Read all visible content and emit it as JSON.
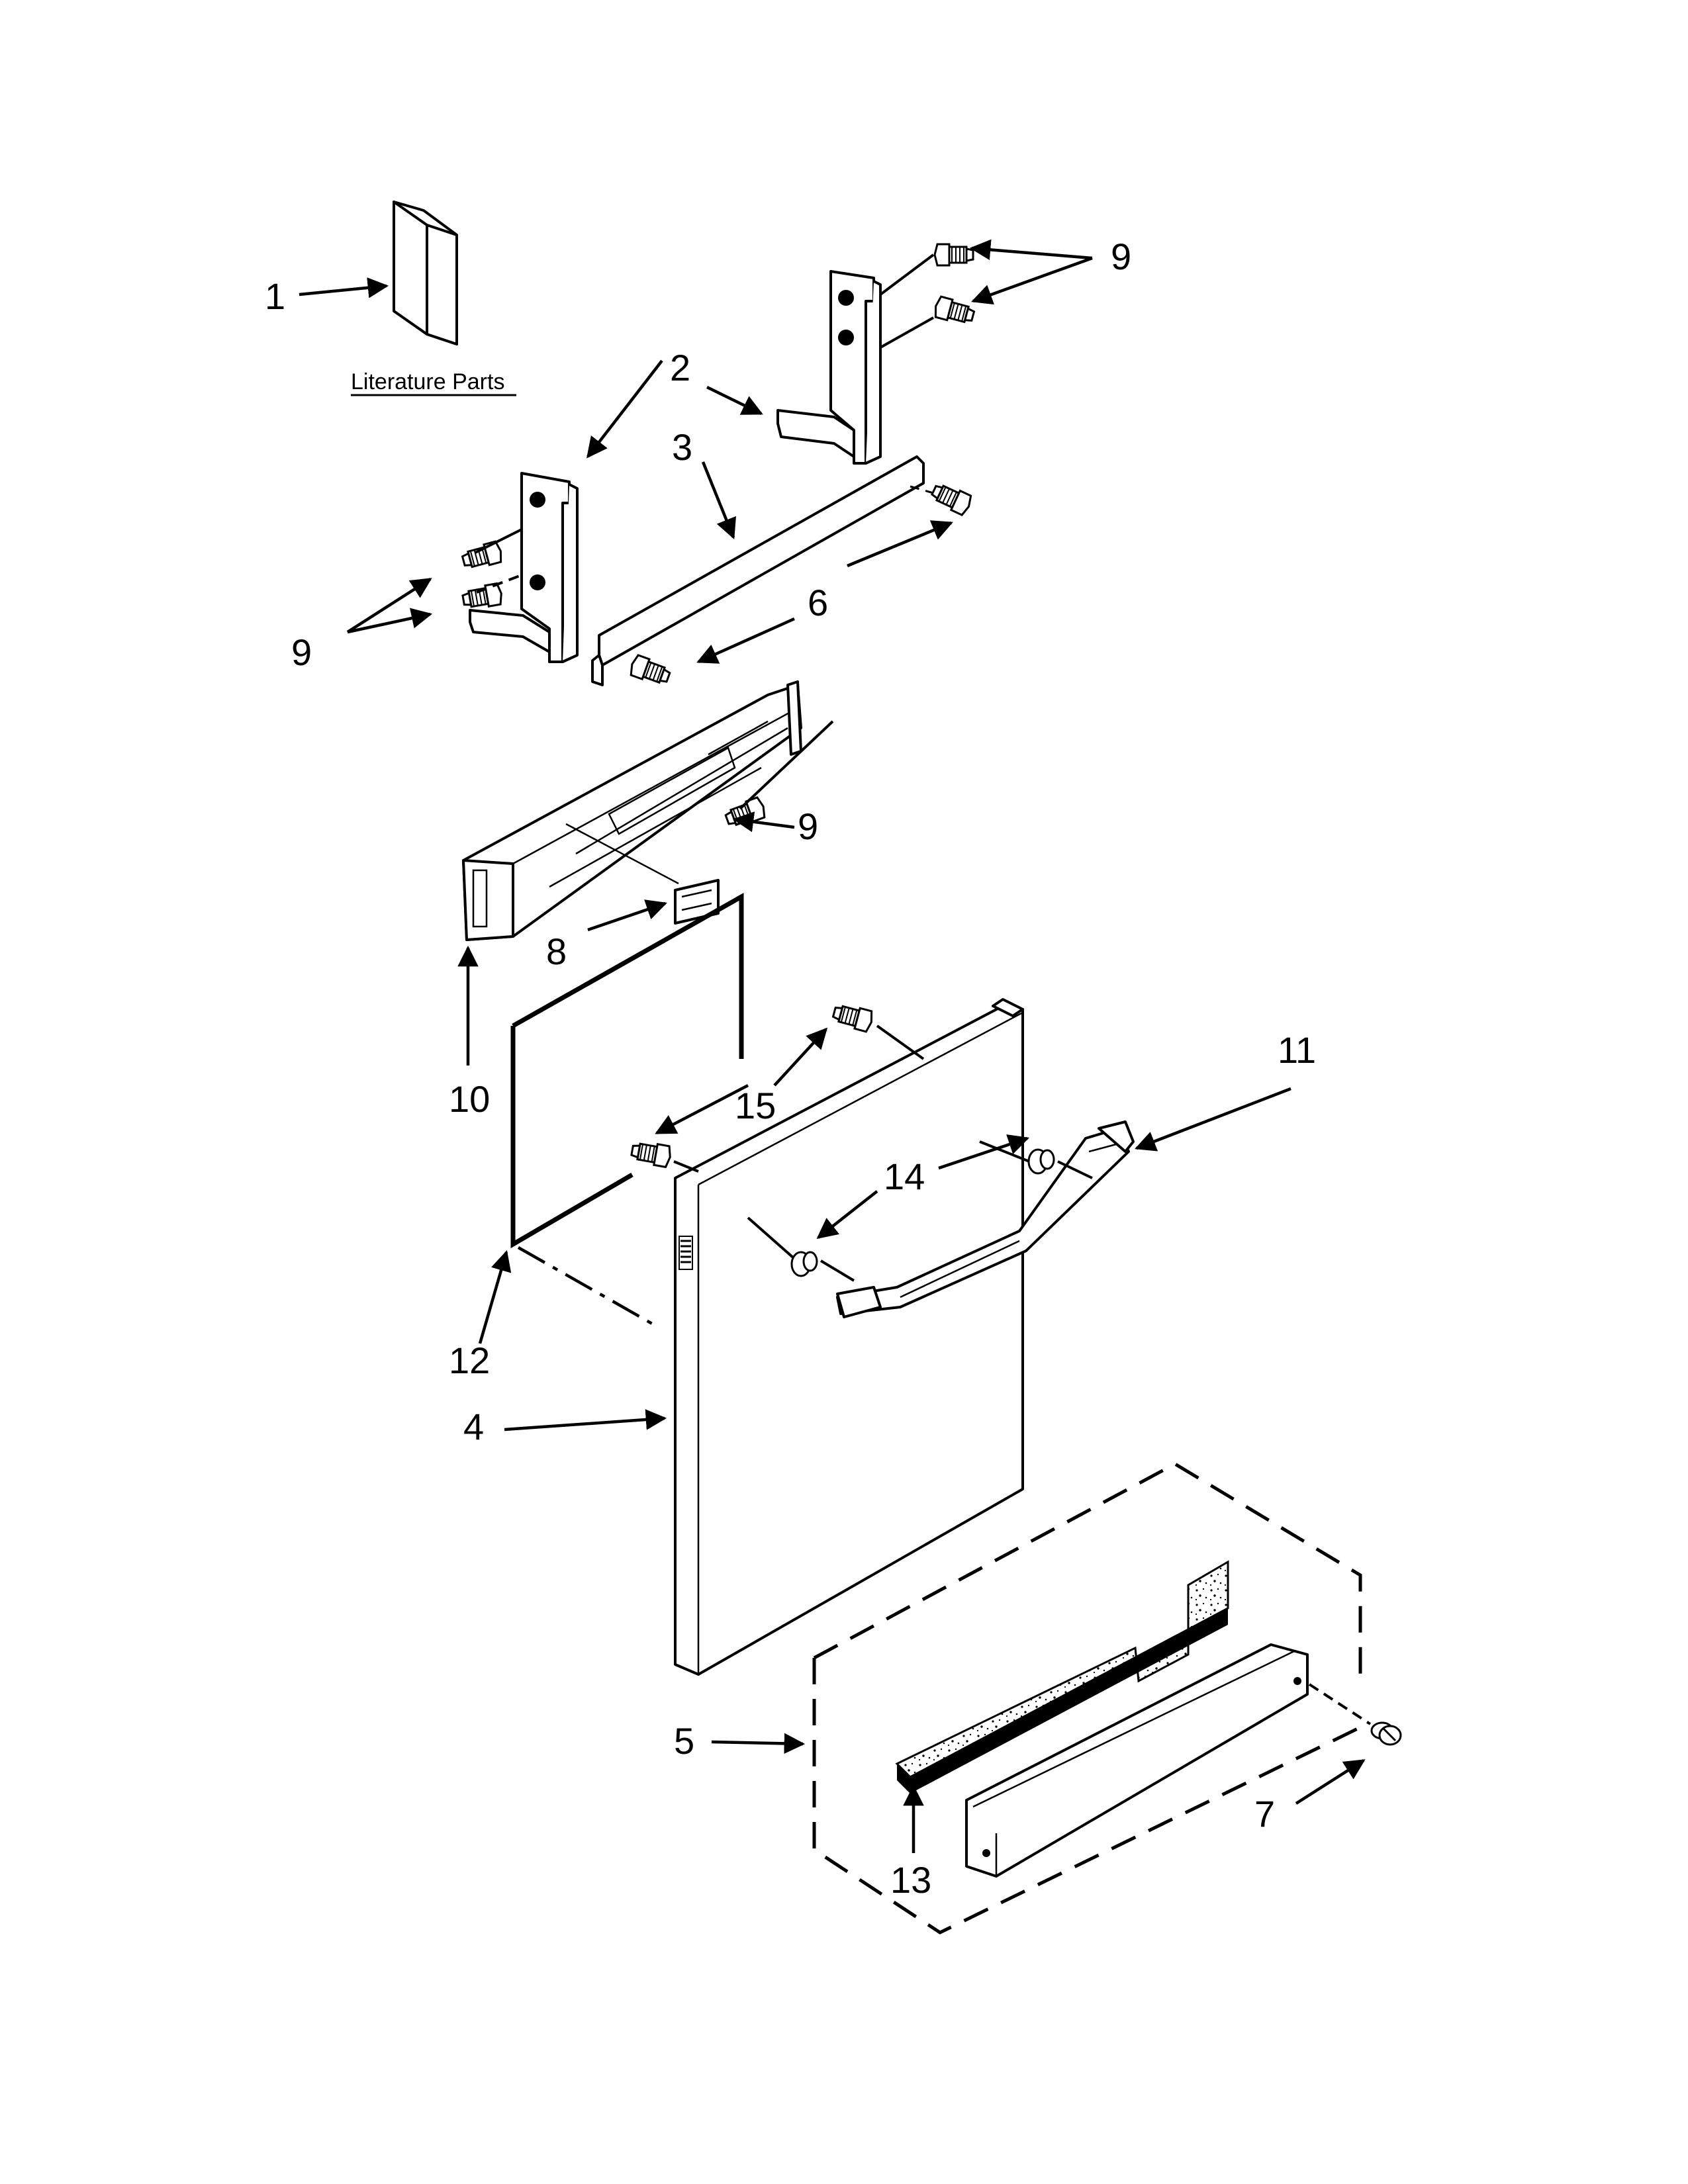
{
  "literature": {
    "caption": "Literature Parts"
  },
  "callouts": [
    {
      "key": "c1",
      "text": "1"
    },
    {
      "key": "c2",
      "text": "2"
    },
    {
      "key": "c3",
      "text": "3"
    },
    {
      "key": "c4",
      "text": "4"
    },
    {
      "key": "c5",
      "text": "5"
    },
    {
      "key": "c6",
      "text": "6"
    },
    {
      "key": "c7",
      "text": "7"
    },
    {
      "key": "c8",
      "text": "8"
    },
    {
      "key": "c9a",
      "text": "9"
    },
    {
      "key": "c9b",
      "text": "9"
    },
    {
      "key": "c9c",
      "text": "9"
    },
    {
      "key": "c10",
      "text": "10"
    },
    {
      "key": "c11",
      "text": "11"
    },
    {
      "key": "c12",
      "text": "12"
    },
    {
      "key": "c13",
      "text": "13"
    },
    {
      "key": "c14",
      "text": "14"
    },
    {
      "key": "c15",
      "text": "15"
    }
  ]
}
